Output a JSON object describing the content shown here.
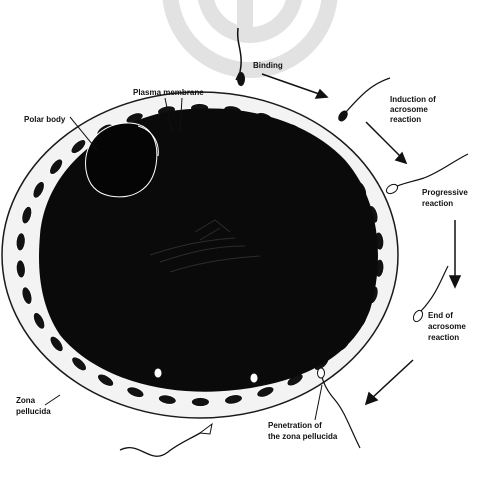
{
  "labels": {
    "binding": "Binding",
    "plasma_membrane": "Plasma membrane",
    "polar_body": "Polar body",
    "induction_line1": "Induction of",
    "induction_line2": "acrosome",
    "induction_line3": "reaction",
    "progressive_line1": "Progressive",
    "progressive_line2": "reaction",
    "end_line1": "End of",
    "end_line2": "acrosome",
    "end_line3": "reaction",
    "zona_line1": "Zona",
    "zona_line2": "pellucida",
    "penetration_line1": "Penetration of",
    "penetration_line2": "the zona pellucida"
  },
  "colors": {
    "oocyte": "#0a0a0a",
    "watermark": "#e2e2e2",
    "ink": "#111111"
  }
}
